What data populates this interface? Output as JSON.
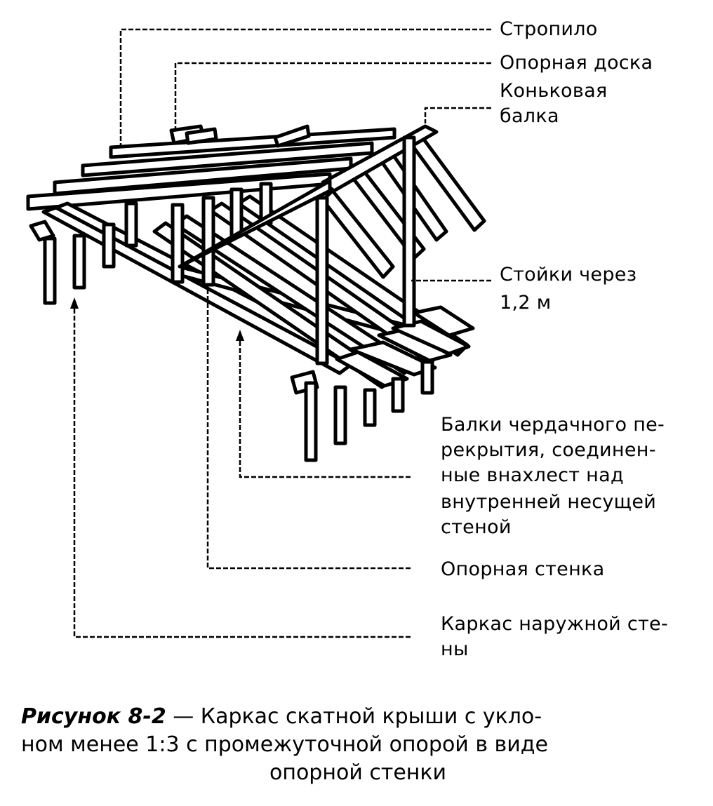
{
  "labels": {
    "rafter": "Стропило",
    "ridge_board_1": "Опорная доска",
    "ridge_board_2": "Коньковая",
    "ridge_board_3": "балка",
    "posts_1": "Стойки через",
    "posts_2": "1,2 м",
    "joists_1": "Балки чердачного пе-",
    "joists_2": "рекрытия, соединен-",
    "joists_3": "ные внахлест над",
    "joists_4": "внутренней несущей",
    "joists_5": "стеной",
    "bearing_wall": "Опорная стенка",
    "outer_wall_1": "Каркас наружной сте-",
    "outer_wall_2": "ны"
  },
  "caption": {
    "figure_label": "Рисунок 8-2",
    "line1_rest": " — Каркас скатной крыши с укло-",
    "line2": "ном менее 1:3  с промежуточной опорой в виде",
    "line3": "опорной стенки"
  }
}
